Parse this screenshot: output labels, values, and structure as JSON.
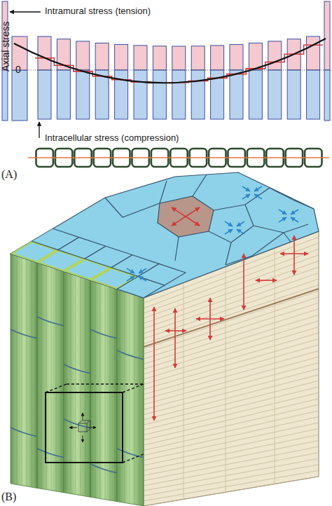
{
  "diagram": {
    "labels": [
      "Intramural stress (tension)",
      "Axial stress",
      "0",
      "Intracellular stress (compression)",
      "(A)",
      "(B)"
    ]
  }
}
